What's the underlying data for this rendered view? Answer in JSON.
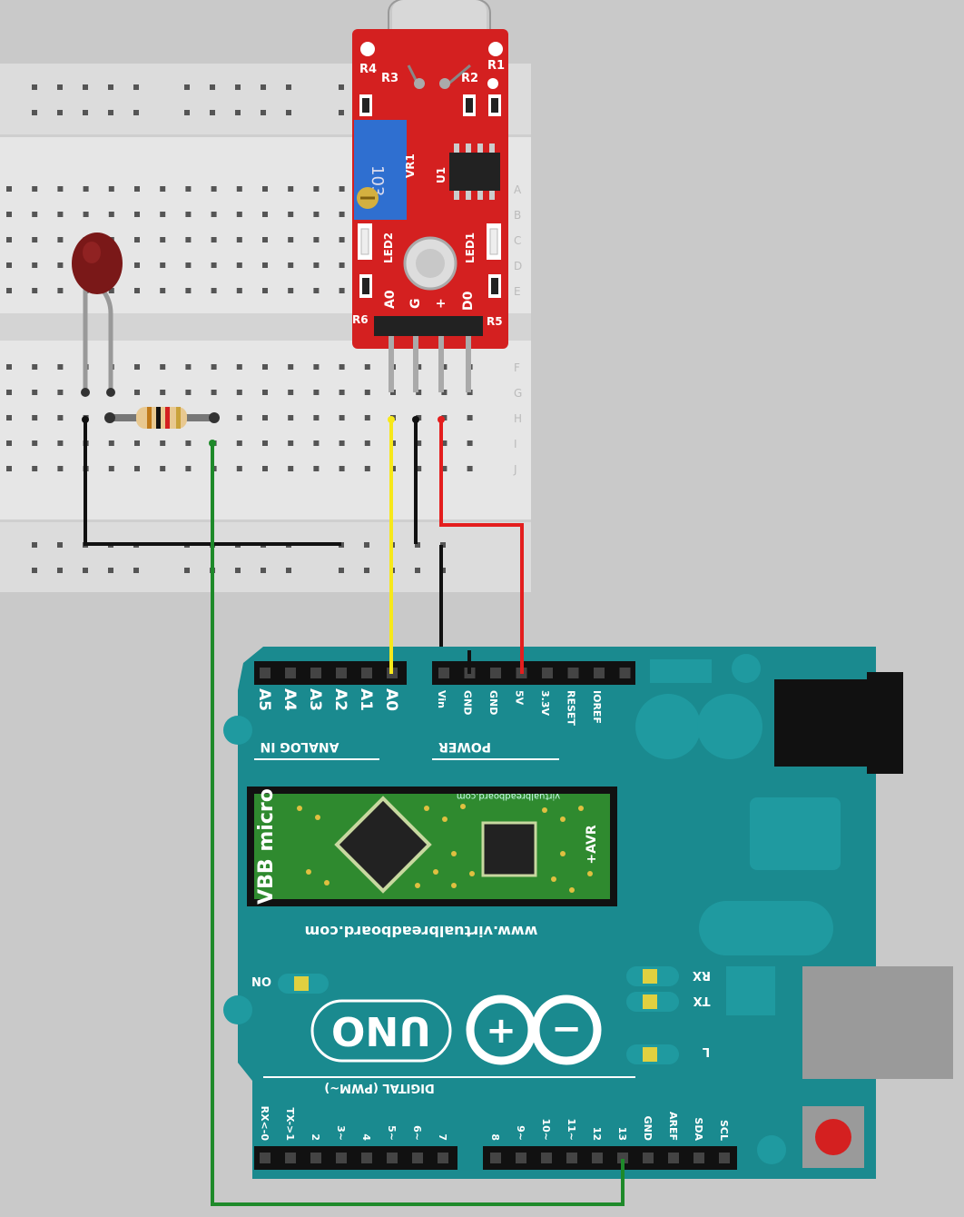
{
  "colors": {
    "background": "#c9c9c9",
    "breadboard": "#e8e8e8",
    "breadboard_rail": "#dedede",
    "arduino": "#1a8a8f",
    "arduino_dark": "#11757a",
    "module_red": "#d42020",
    "wire_yellow": "#f7e81a",
    "wire_red": "#e41e1e",
    "wire_black": "#111111",
    "wire_green": "#1e8a2a",
    "pot_blue": "#2f6fd0",
    "vbb_green": "#2f8a2f"
  },
  "breadboard": {
    "row_letters": [
      "A",
      "B",
      "C",
      "D",
      "E",
      "F",
      "G",
      "H",
      "I",
      "J"
    ]
  },
  "sound_module": {
    "labels": {
      "r4": "R4",
      "r3": "R3",
      "r2": "R2",
      "r1": "R1",
      "vr1": "VR1",
      "u1": "U1",
      "led2": "LED2",
      "led1": "LED1",
      "r6": "R6",
      "r5": "R5",
      "pot": "103"
    },
    "pins": [
      "A0",
      "G",
      "+",
      "D0"
    ]
  },
  "arduino": {
    "analog_pins": [
      "A5",
      "A4",
      "A3",
      "A2",
      "A1",
      "A0"
    ],
    "analog_label": "ANALOG IN",
    "power_pins": [
      "Vin",
      "GND",
      "GND",
      "5V",
      "3.3V",
      "RESET",
      "IOREF"
    ],
    "power_label": "POWER",
    "website": "www.virtualbreadboard.com",
    "vbb_title": "VBB micro",
    "vbb_avr": "+AVR",
    "vbb_url": "virtualbreadboard.com",
    "on_label": "ON",
    "rx_label": "RX",
    "tx_label": "TX",
    "l_label": "L",
    "uno_label": "UNO",
    "infinity_plus": "+",
    "infinity_minus": "−",
    "digital_label": "DIGITAL (PWM~)",
    "digital_pins_left": [
      "RX<-0",
      "TX->1",
      "2",
      "3~",
      "4",
      "5~",
      "6~",
      "7"
    ],
    "digital_pins_right": [
      "8",
      "9~",
      "10~",
      "11~",
      "12",
      "13",
      "GND",
      "AREF",
      "SDA",
      "SCL"
    ]
  },
  "icons": {
    "photoresistor": "photocell-icon",
    "resistor": "resistor-icon",
    "microphone": "microphone-icon",
    "reset_button": "reset-button-icon"
  }
}
